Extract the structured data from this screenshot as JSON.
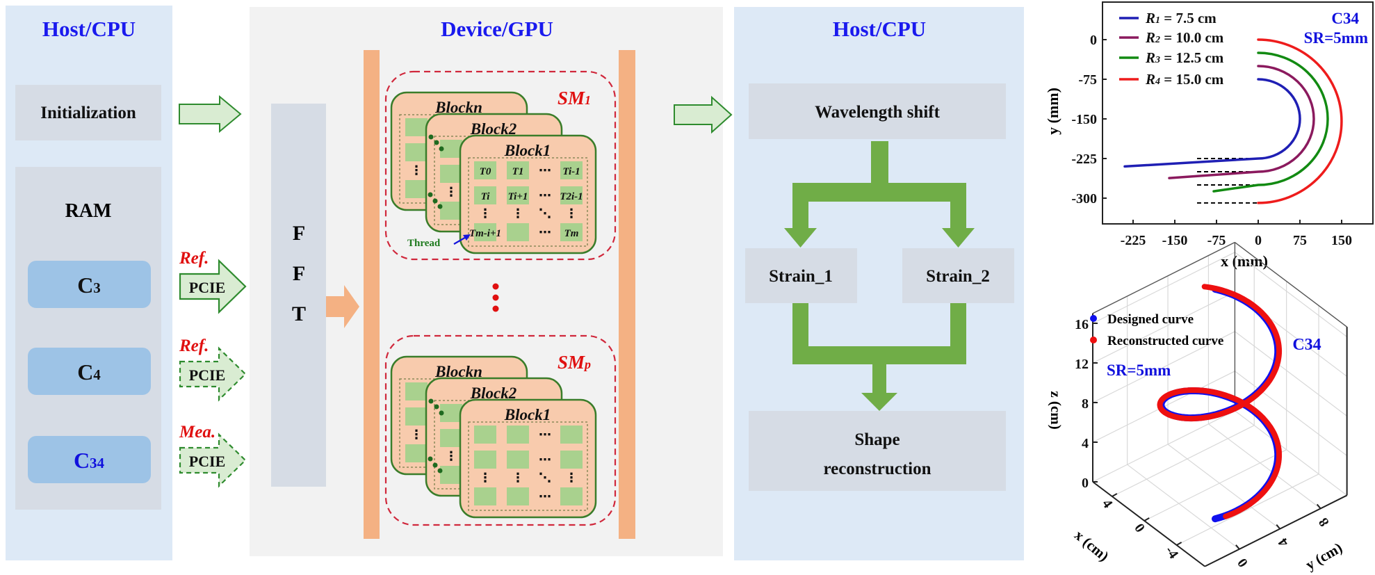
{
  "colors": {
    "host_panel": "#dde9f6",
    "device_panel": "#f2f2f2",
    "gray_box": "#d6dce5",
    "ram_item": "#9dc3e6",
    "title_blue": "#1a1aee",
    "label_red": "#e01010",
    "flow_green": "#70ad47",
    "arrow_green_fill": "#d9ecd2",
    "arrow_green_stroke": "#2e8b2e",
    "orange": "#f4b183",
    "block_fill": "#f8cbad",
    "thread_cell": "#a9d18e"
  },
  "host_left": {
    "title": "Host/CPU",
    "init": "Initialization",
    "ram": "RAM",
    "items": [
      {
        "main": "C",
        "sub": "3",
        "color": "#111111"
      },
      {
        "main": "C",
        "sub": "4",
        "color": "#111111"
      },
      {
        "main": "C",
        "sub": "34",
        "color": "#1010dd"
      }
    ]
  },
  "transfers": [
    {
      "label": "Ref.",
      "bus": "PCIE",
      "style": "solid"
    },
    {
      "label": "Ref.",
      "bus": "PCIE",
      "style": "dashed"
    },
    {
      "label": "Mea.",
      "bus": "PCIE",
      "style": "dashed"
    }
  ],
  "device": {
    "title": "Device/GPU",
    "fft": [
      "F",
      "F",
      "T"
    ],
    "ellipsis": "⋮",
    "thread_label": "Thread",
    "sms": [
      {
        "name": "SM",
        "sub": "1",
        "blocks": [
          "Blockn",
          "Block2",
          "Block1"
        ],
        "front_cells": [
          [
            "T0",
            "T1",
            "⋯",
            "Ti-1"
          ],
          [
            "Ti",
            "Ti+1",
            "⋯",
            "T2i-1"
          ],
          [
            "⋮",
            "⋮",
            "⋱",
            "⋮"
          ],
          [
            "Tm-i+1",
            "",
            "⋯",
            "Tm"
          ]
        ]
      },
      {
        "name": "SM",
        "sub": "p",
        "blocks": [
          "Blockn",
          "Block2",
          "Block1"
        ],
        "front_cells": [
          [
            "",
            "",
            "⋯",
            ""
          ],
          [
            "",
            "",
            "⋯",
            ""
          ],
          [
            "⋮",
            "⋮",
            "⋱",
            "⋮"
          ],
          [
            "",
            "",
            "⋯",
            ""
          ]
        ]
      }
    ],
    "back_cells": [
      [
        "",
        "",
        "⋯",
        ""
      ],
      [
        "",
        "",
        "⋯",
        ""
      ],
      [
        "⋮",
        "⋮",
        "⋱",
        "⋮"
      ],
      [
        "",
        "",
        "⋯",
        ""
      ]
    ]
  },
  "host_right": {
    "title": "Host/CPU",
    "wavelength": "Wavelength shift",
    "strain1": "Strain_1",
    "strain2": "Strain_2",
    "shape_line1": "Shape",
    "shape_line2": "reconstruction"
  },
  "chart_data": [
    {
      "type": "line",
      "xlabel": "x (mm)",
      "ylabel": "y (mm)",
      "xlim": [
        -280,
        206
      ],
      "ylim": [
        -349,
        71
      ],
      "xticks": [
        "-225",
        "-150",
        "-75",
        "0",
        "75",
        "150"
      ],
      "yticks": [
        "0",
        "-75",
        "-150",
        "-225",
        "-300"
      ],
      "legend_position": "top-left",
      "annotations": [
        "C34",
        "SR=5mm"
      ],
      "series": [
        {
          "name": "R",
          "sub": "1",
          "label": " = 7.5 cm",
          "color": "#1f1fb4",
          "arc_top": [
            0,
            -75
          ],
          "arc_bottom": [
            0,
            -225
          ],
          "x_max": 75,
          "tail_end": [
            -240,
            -240
          ]
        },
        {
          "name": "R",
          "sub": "2",
          "label": " = 10.0 cm",
          "color": "#8b1a5e",
          "arc_top": [
            0,
            -50
          ],
          "arc_bottom": [
            0,
            -250
          ],
          "x_max": 100,
          "tail_end": [
            -160,
            -262
          ]
        },
        {
          "name": "R",
          "sub": "3",
          "label": " = 12.5 cm",
          "color": "#128a12",
          "arc_top": [
            0,
            -25
          ],
          "arc_bottom": [
            0,
            -275
          ],
          "x_max": 125,
          "tail_end": [
            -80,
            -287
          ]
        },
        {
          "name": "R",
          "sub": "4",
          "label": " = 15.0 cm",
          "color": "#ee1c1c",
          "arc_top": [
            0,
            0
          ],
          "arc_bottom": [
            0,
            -309
          ],
          "x_max": 150,
          "tail_end": null
        }
      ],
      "reference_lines": {
        "style": "dashed",
        "color": "#000000",
        "x_from": -110,
        "x_to": 0,
        "y_values": [
          -225,
          -250,
          -275,
          -309
        ]
      }
    },
    {
      "type": "scatter",
      "dimension": "3d",
      "xlabel": "x (cm)",
      "ylabel": "y (cm)",
      "zlabel": "z (cm)",
      "xticks": [
        "4",
        "0",
        "-4"
      ],
      "yticks": [
        "0",
        "4",
        "8"
      ],
      "zticks": [
        "0",
        "4",
        "8",
        "12",
        "16"
      ],
      "xlim": [
        -7.5,
        6.4
      ],
      "ylim": [
        -3.4,
        10.6
      ],
      "zlim": [
        0,
        17
      ],
      "grid": true,
      "legend_position": "top-left",
      "annotations": [
        "C34",
        "SR=5mm"
      ],
      "series": [
        {
          "name": "Designed curve",
          "color": "#1010ee",
          "helix": {
            "center": [
              0,
              4
            ],
            "radius": 4.5,
            "pitch": 10.5,
            "z_range": [
              0,
              16
            ]
          }
        },
        {
          "name": "Reconstructed curve",
          "color": "#ee1010",
          "helix": {
            "center": [
              0,
              4
            ],
            "radius": 4.6,
            "pitch": 10.5,
            "z_range": [
              0.3,
              16.3
            ]
          }
        }
      ]
    }
  ]
}
